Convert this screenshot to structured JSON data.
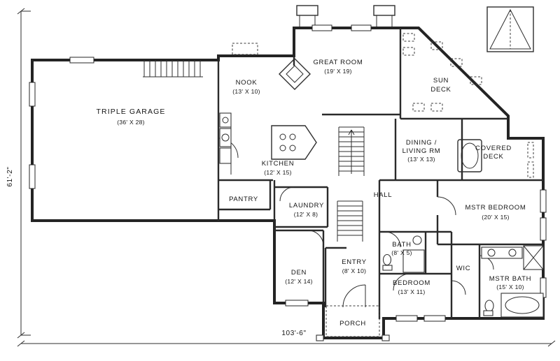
{
  "rooms": [
    {
      "id": "triple-garage",
      "label": "TRIPLE GARAGE",
      "dims": "(36' X 28)"
    },
    {
      "id": "nook",
      "label": "NOOK",
      "dims": "(13' X 10)"
    },
    {
      "id": "great-room",
      "label": "GREAT ROOM",
      "dims": "(19' X 19)"
    },
    {
      "id": "sun-deck",
      "line1": "SUN",
      "line2": "DECK"
    },
    {
      "id": "dining-living",
      "line1": "DINING /",
      "line2": "LIVING RM",
      "dims": "(13' X 13)"
    },
    {
      "id": "covered-deck",
      "line1": "COVERED",
      "line2": "DECK"
    },
    {
      "id": "kitchen",
      "label": "KITCHEN",
      "dims": "(12' X 15)"
    },
    {
      "id": "pantry",
      "label": "PANTRY"
    },
    {
      "id": "laundry",
      "label": "LAUNDRY",
      "dims": "(12' X 8)"
    },
    {
      "id": "hall",
      "label": "HALL"
    },
    {
      "id": "mstr-bedroom",
      "label": "MSTR BEDROOM",
      "dims": "(20' X 15)"
    },
    {
      "id": "bath",
      "label": "BATH",
      "dims": "(8' X 5)"
    },
    {
      "id": "den",
      "label": "DEN",
      "dims": "(12' X 14)"
    },
    {
      "id": "entry",
      "label": "ENTRY",
      "dims": "(8' X 10)"
    },
    {
      "id": "bedroom",
      "label": "BEDROOM",
      "dims": "(13' X 11)"
    },
    {
      "id": "wic",
      "label": "WIC"
    },
    {
      "id": "mstr-bath",
      "label": "MSTR BATH",
      "dims": "(15' X 10)"
    },
    {
      "id": "porch",
      "label": "PORCH"
    }
  ],
  "dimensions": {
    "left": "61'-2\"",
    "bottom": "103'-6\""
  },
  "colors": {
    "line": "#242424",
    "background": "#ffffff"
  }
}
